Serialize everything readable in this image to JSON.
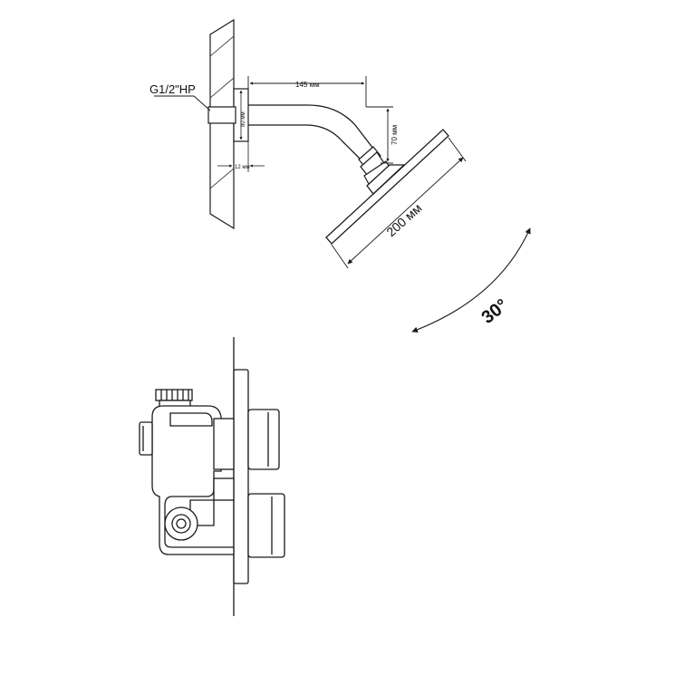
{
  "drawing": {
    "thread_label": "G1/2\"HP",
    "arm_length_label": "145 мм",
    "drop_label": "70 мм",
    "mount_height_label": "80 мм",
    "mount_depth_label": "12 мм",
    "head_size_label": "200 мм",
    "tilt_angle_label": "30°"
  },
  "colors": {
    "line": "#1a1a1a",
    "background": "#ffffff"
  }
}
